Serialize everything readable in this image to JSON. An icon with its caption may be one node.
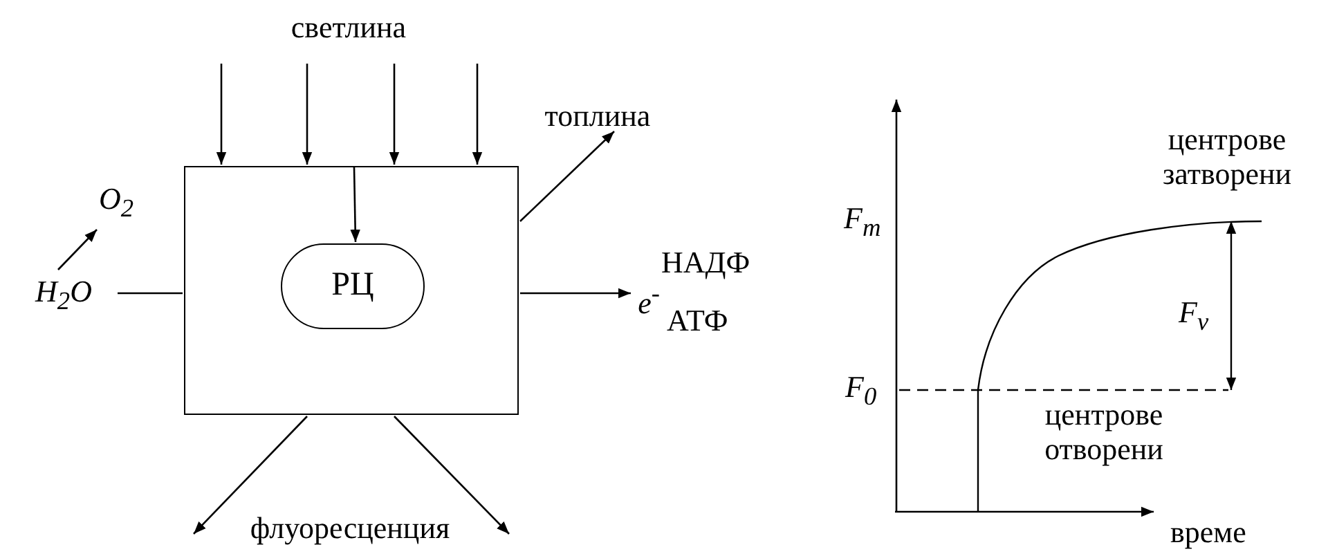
{
  "diagram": {
    "nodes": [
      {
        "text": [],
        "shape": "box"
      },
      {
        "text": [
          "РЦ"
        ],
        "in": 0
      },
      {
        "text": [
          "светлина"
        ]
      },
      {
        "text": [
          "топлина"
        ]
      },
      {
        "text": [
          "H$_{2}$O"
        ]
      },
      {
        "text": [
          "O$_{2}$"
        ]
      },
      {
        "text": [
          "e$^{-}$"
        ],
        "beside": [
          "НАДФ",
          "АТФ"
        ]
      },
      {
        "text": [
          "флуоресценция"
        ]
      }
    ],
    "edges": [
      {
        "from": 2,
        "to": 0,
        "arrow": "to"
      },
      {
        "from": 2,
        "to": 0,
        "arrow": "to"
      },
      {
        "from": 2,
        "to": 0,
        "arrow": "to"
      },
      {
        "from": 2,
        "to": 0,
        "arrow": "to"
      },
      {
        "from": 0,
        "to": 1,
        "arrow": "to"
      },
      {
        "from": 0,
        "to": 3,
        "arrow": "to"
      },
      {
        "from": 4,
        "to": 0,
        "arrow": "none"
      },
      {
        "from": 4,
        "to": 5,
        "arrow": "to"
      },
      {
        "from": 0,
        "to": 6,
        "arrow": "to"
      },
      {
        "from": 0,
        "to": 7,
        "arrow": "to"
      },
      {
        "from": 0,
        "to": 7,
        "arrow": "to"
      }
    ],
    "labels": [
      "центрове затворени",
      "F$_{m}$",
      "F$_{v}$",
      "F$_{0}$",
      "центрове отворени",
      "време"
    ]
  }
}
